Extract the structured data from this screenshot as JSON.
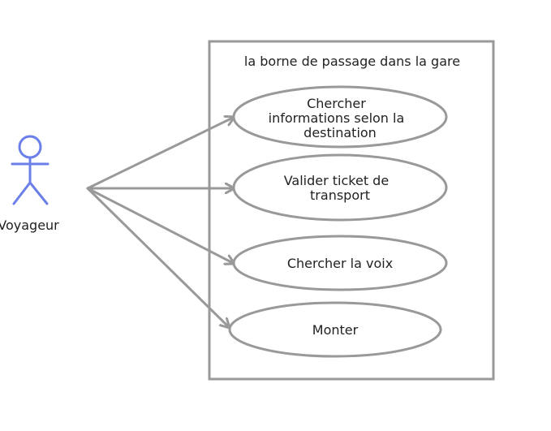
{
  "colors": {
    "stroke": "#999999",
    "actor": "#6b7fe8",
    "text": "#222222",
    "background": "#ffffff"
  },
  "system": {
    "title": "la borne de passage dans la gare"
  },
  "actor": {
    "name": "Voyageur",
    "icon": "stick-figure-icon"
  },
  "use_cases": [
    {
      "lines": [
        "Chercher",
        "informations selon la",
        "destination"
      ]
    },
    {
      "lines": [
        "Valider ticket de",
        "transport"
      ]
    },
    {
      "lines": [
        "Chercher la voix"
      ]
    },
    {
      "lines": [
        "Monter"
      ]
    }
  ]
}
